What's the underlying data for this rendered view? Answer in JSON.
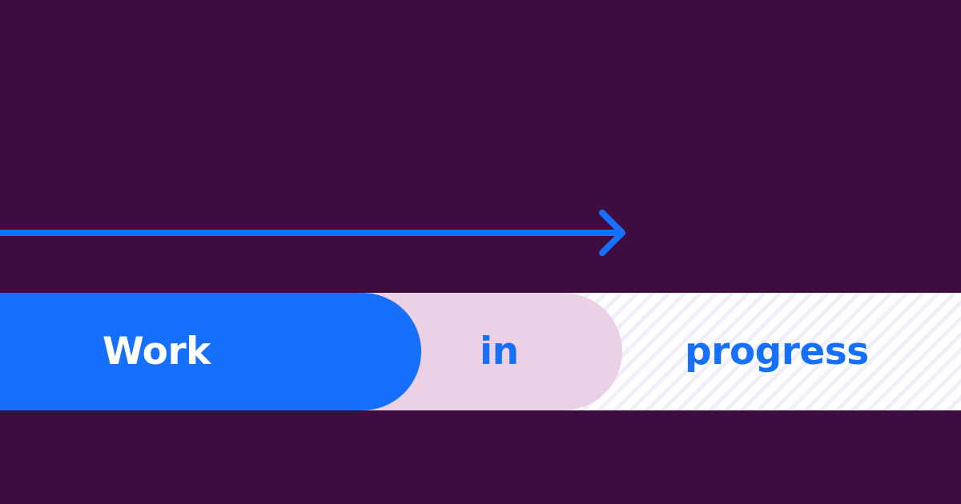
{
  "colors": {
    "background": "#3f0c3f",
    "accent_blue": "#1670fb",
    "pink": "#ecd0e6",
    "stripe_light": "#edf0f8",
    "white": "#ffffff"
  },
  "arrow": {
    "icon": "arrow-right-icon",
    "direction": "right"
  },
  "bar": {
    "segments": [
      {
        "label": "Work",
        "style": "solid-blue"
      },
      {
        "label": "in",
        "style": "solid-pink"
      },
      {
        "label": "progress",
        "style": "striped-white"
      }
    ]
  }
}
